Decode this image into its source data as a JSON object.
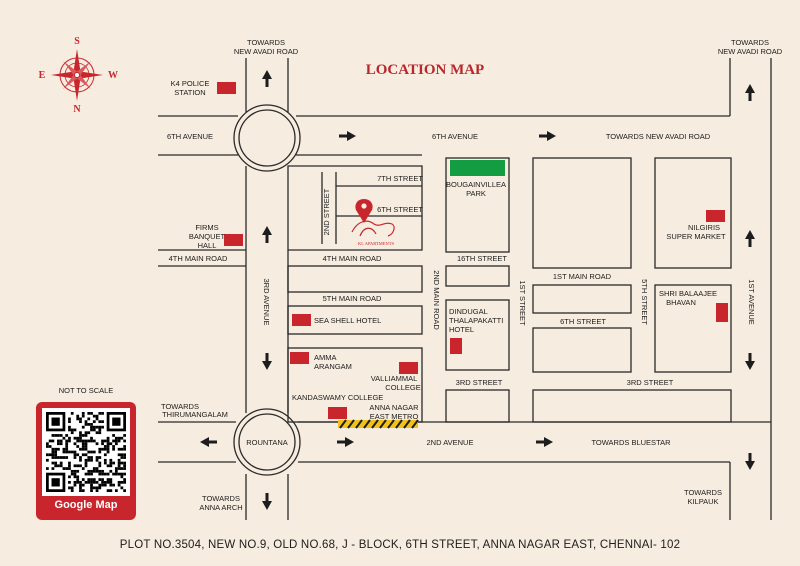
{
  "title": "LOCATION MAP",
  "compass": {
    "north": "S",
    "south": "N",
    "east": "E",
    "west": "W"
  },
  "streets": {
    "towards_new_avadi_left": [
      "TOWARDS",
      "NEW AVADI ROAD"
    ],
    "towards_new_avadi_right": [
      "TOWARDS",
      "NEW AVADI ROAD"
    ],
    "sixth_avenue_left": "6TH AVENUE",
    "sixth_avenue_mid": "6TH AVENUE",
    "towards_new_avadi_road": "TOWARDS NEW AVADI ROAD",
    "seventh_street": "7TH STREET",
    "sixth_street_top": "6TH STREET",
    "second_street": "2ND STREET",
    "fourth_main_left": "4TH MAIN ROAD",
    "fourth_main_mid": "4TH MAIN ROAD",
    "sixteenth_street": "16TH STREET",
    "first_main_road": "1ST MAIN ROAD",
    "fifth_main_road": "5TH MAIN ROAD",
    "third_avenue": "3RD AVENUE",
    "second_main_road": "2ND MAIN ROAD",
    "first_street": "1ST STREET",
    "fifth_street": "5TH STREET",
    "first_avenue": "1ST AVENUE",
    "sixth_street_mid": "6TH STREET",
    "third_street_left": "3RD STREET",
    "third_street_right": "3RD STREET",
    "towards_thirumangalam": [
      "TOWARDS",
      "THIRUMANGALAM"
    ],
    "rountana": "ROUNTANA",
    "second_avenue": "2ND AVENUE",
    "towards_bluestar": "TOWARDS BLUESTAR",
    "towards_anna_arch": [
      "TOWARDS",
      "ANNA ARCH"
    ],
    "towards_kilpauk": [
      "TOWARDS",
      "KILPAUK"
    ]
  },
  "landmarks": {
    "k4_police": [
      "K4 POLICE",
      "STATION"
    ],
    "firms_hall": [
      "FIRMS",
      "BANQUET",
      "HALL"
    ],
    "bougainvillea": [
      "BOUGAINVILLEA",
      "PARK"
    ],
    "nilgiris": [
      "NILGIRIS",
      "SUPER MARKET"
    ],
    "shri_balaajee": [
      "SHRI BALAAJEE",
      "BHAVAN"
    ],
    "sea_shell": "SEA SHELL HOTEL",
    "dindugal": [
      "DINDUGAL",
      "THALAPAKATTI",
      "HOTEL"
    ],
    "amma_arangam": [
      "AMMA",
      "ARANGAM"
    ],
    "valliammal": [
      "VALLIAMMAL",
      "COLLEGE"
    ],
    "kandaswamy": "KANDASWAMY COLLEGE",
    "anna_nagar_metro": [
      "ANNA NAGAR",
      "EAST METRO"
    ],
    "property_brand": "KL APARTMENTS"
  },
  "colors": {
    "accent": "#c8262c",
    "park": "#149c43",
    "line": "#2a2a2a",
    "background": "#f6ecdf"
  },
  "not_to_scale": "NOT TO SCALE",
  "qr_label": "Google Map",
  "address": "PLOT NO.3504, NEW NO.9, OLD NO.68, J - BLOCK, 6TH STREET, ANNA NAGAR EAST, CHENNAI- 102"
}
